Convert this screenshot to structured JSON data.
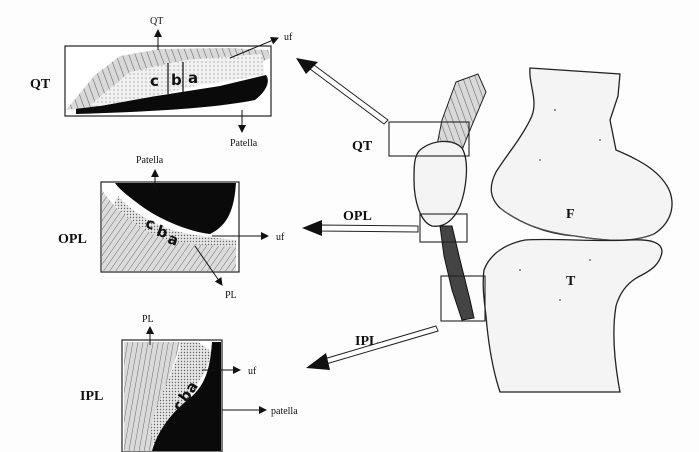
{
  "panels": {
    "qt": {
      "side_label": "QT",
      "top_label": "QT",
      "right_label": "uf",
      "bottom_label": "Patella",
      "zones": [
        "c",
        "b",
        "a"
      ]
    },
    "opl": {
      "side_label": "OPL",
      "top_label": "Patella",
      "right_label": "uf",
      "bottom_label": "PL",
      "zones": [
        "c",
        "b",
        "a"
      ]
    },
    "ipl": {
      "side_label": "IPL",
      "top_label": "PL",
      "right_label": "uf",
      "bottom_label": "patella",
      "zones": [
        "c",
        "b",
        "a"
      ]
    }
  },
  "knee": {
    "qt_label": "QT",
    "opl_label": "OPL",
    "ipl_label": "IPL",
    "femur_label": "F",
    "tibia_label": "T"
  }
}
